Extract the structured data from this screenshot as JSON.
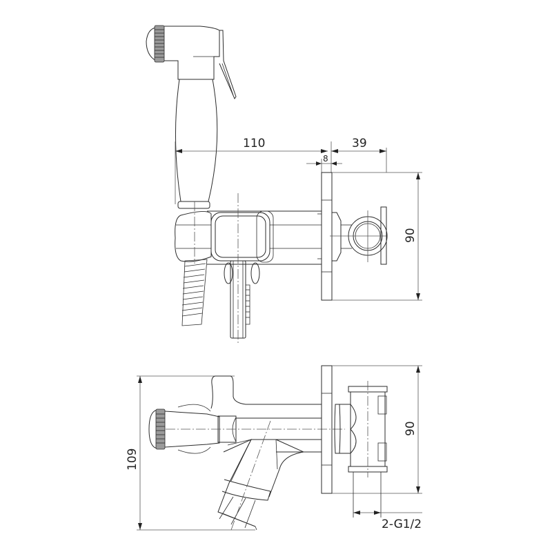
{
  "drawing": {
    "type": "technical-drawing",
    "subject": "bidet shower faucet with hand spray",
    "views": [
      "front-view",
      "side-view"
    ]
  },
  "dimensions": {
    "front_view": {
      "width_total": "110",
      "depth_body": "39",
      "plate_thickness": "8",
      "plate_height": "90"
    },
    "side_view": {
      "height_total": "109",
      "plate_height": "90",
      "connection": "2-G1/2"
    }
  },
  "colors": {
    "line": "#2a2a2a",
    "dimension": "#555555",
    "knurl": "#9a9a9a",
    "background": "#ffffff"
  }
}
